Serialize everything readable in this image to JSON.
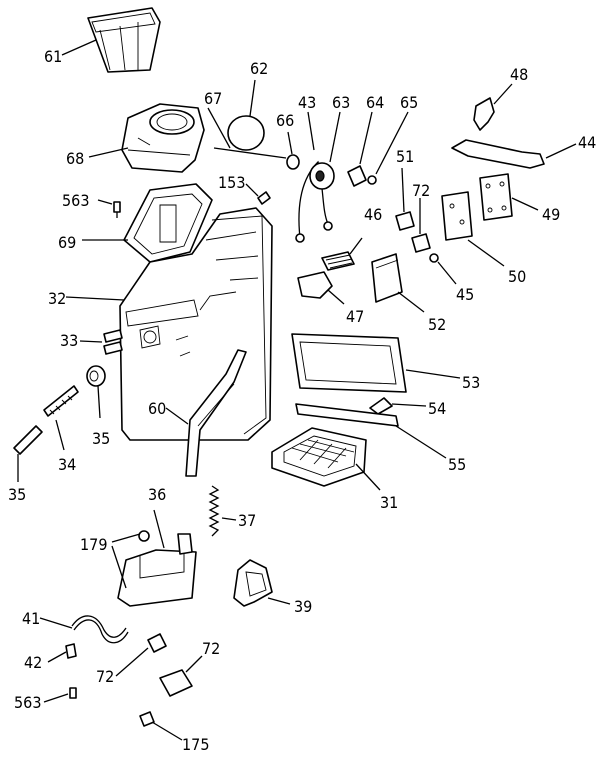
{
  "diagram": {
    "labels": {
      "p61": "61",
      "p62": "62",
      "p67": "67",
      "p66": "66",
      "p43": "43",
      "p63": "63",
      "p64": "64",
      "p65": "65",
      "p48": "48",
      "p44": "44",
      "p68": "68",
      "p153": "153",
      "p563a": "563",
      "p51": "51",
      "p72a": "72",
      "p46": "46",
      "p49": "49",
      "p69": "69",
      "p50": "50",
      "p45": "45",
      "p32": "32",
      "p47": "47",
      "p52": "52",
      "p33": "33",
      "p53": "53",
      "p54": "54",
      "p60": "60",
      "p35a": "35",
      "p34": "34",
      "p55": "55",
      "p35b": "35",
      "p31": "31",
      "p36": "36",
      "p37": "37",
      "p179": "179",
      "p39": "39",
      "p41": "41",
      "p72b": "72",
      "p42": "42",
      "p72c": "72",
      "p563b": "563",
      "p175": "175"
    }
  }
}
